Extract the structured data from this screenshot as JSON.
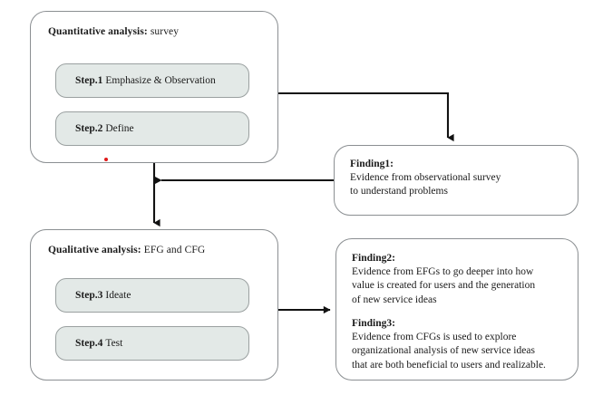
{
  "diagram": {
    "title": "Research process flow: quantitative and qualitative analysis with findings",
    "background_color": "#ffffff",
    "stroke_color": "#8b8f92",
    "pill_fill_color": "#e3e9e7",
    "accent_marker_color": "#e01b1b"
  },
  "panels": {
    "quantitative": {
      "heading_strong": "Quantitative analysis:",
      "heading_light": " survey",
      "steps": [
        {
          "label_strong": "Step.1",
          "label_light": "Emphasize & Observation"
        },
        {
          "label_strong": "Step.2",
          "label_light": "Define"
        }
      ]
    },
    "qualitative": {
      "heading_strong": "Qualitative analysis:",
      "heading_light": " EFG and CFG",
      "steps": [
        {
          "label_strong": "Step.3",
          "label_light": "Ideate"
        },
        {
          "label_strong": "Step.4",
          "label_light": "Test"
        }
      ]
    },
    "finding1": {
      "title": "Finding1:",
      "lines": [
        "Evidence from observational survey",
        "to understand problems"
      ]
    },
    "finding2": {
      "title": "Finding2:",
      "lines": [
        "Evidence from EFGs to go deeper into how",
        "value is created for users and the generation",
        "of new service ideas"
      ]
    },
    "finding3": {
      "title": "Finding3:",
      "lines": [
        "Evidence from CFGs is used to explore",
        "organizational analysis of new service ideas",
        "that are both beneficial to users and realizable."
      ]
    }
  },
  "connectors": [
    {
      "name": "quantitative-to-finding1",
      "from": "quantitative-panel-right",
      "to": "finding1-panel-top",
      "arrowhead": "down"
    },
    {
      "name": "finding1-to-trunk",
      "from": "finding1-panel-left",
      "to": "vertical-trunk",
      "arrowhead": "left"
    },
    {
      "name": "quantitative-to-qualitative",
      "from": "quantitative-panel-bottom",
      "to": "qualitative-panel-top",
      "arrowhead": "down"
    },
    {
      "name": "qualitative-to-finding23",
      "from": "qualitative-panel-right",
      "to": "finding23-panel-left",
      "arrowhead": "right"
    }
  ]
}
